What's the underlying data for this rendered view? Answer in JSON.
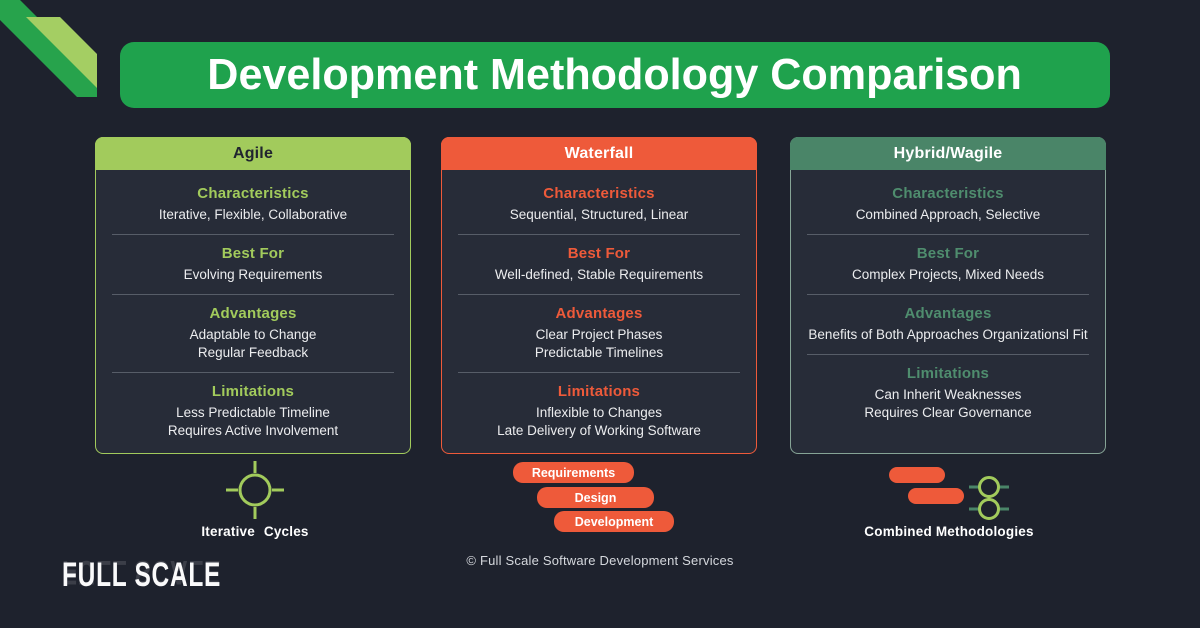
{
  "colors": {
    "background": "#1E222D",
    "card_bg": "#272C38",
    "title_bg": "#1FA24D",
    "ribbon_dark": "#27A34C",
    "ribbon_light": "#A4CE63",
    "agile_accent": "#A2CB5C",
    "waterfall_accent": "#EE5A3A",
    "hybrid_accent": "#4A8568",
    "hybrid_heading": "#4F8D6E",
    "hybrid_border": "#86A496",
    "divider": "#575D68",
    "body_text": "#ECEDEF",
    "header_dark_text": "#20242F",
    "muted_text": "#D5D8DD"
  },
  "title": "Development Methodology Comparison",
  "columns": [
    {
      "header": "Agile",
      "sections": [
        {
          "heading": "Characteristics",
          "lines": [
            "Iterative, Flexible, Collaborative"
          ]
        },
        {
          "heading": "Best For",
          "lines": [
            "Evolving Requirements"
          ]
        },
        {
          "heading": "Advantages",
          "lines": [
            "Adaptable to Change",
            "Regular Feedback"
          ]
        },
        {
          "heading": "Limitations",
          "lines": [
            "Less Predictable Timeline",
            "Requires Active Involvement"
          ]
        }
      ]
    },
    {
      "header": "Waterfall",
      "sections": [
        {
          "heading": "Characteristics",
          "lines": [
            "Sequential, Structured, Linear"
          ]
        },
        {
          "heading": "Best For",
          "lines": [
            "Well-defined, Stable Requirements"
          ]
        },
        {
          "heading": "Advantages",
          "lines": [
            "Clear Project Phases",
            "Predictable Timelines"
          ]
        },
        {
          "heading": "Limitations",
          "lines": [
            "Inflexible to Changes",
            "Late Delivery of Working Software"
          ]
        }
      ]
    },
    {
      "header": "Hybrid/Wagile",
      "sections": [
        {
          "heading": "Characteristics",
          "lines": [
            "Combined Approach, Selective"
          ]
        },
        {
          "heading": "Best For",
          "lines": [
            "Complex Projects, Mixed Needs"
          ]
        },
        {
          "heading": "Advantages",
          "lines": [
            "Benefits of Both Approaches Organizationsl Fit"
          ]
        },
        {
          "heading": "Limitations",
          "lines": [
            "Can Inherit Weaknesses",
            "Requires Clear Governance"
          ]
        }
      ]
    }
  ],
  "annotations": {
    "iterative_label": "Iterative Cycles",
    "waterfall_steps": [
      "Requirements",
      "Design",
      "Development"
    ],
    "combined_label": "Combined Methodologies"
  },
  "footer": {
    "copyright": "© Full Scale Software Development Services",
    "logo_text": "FULL SCALE"
  },
  "icons": {
    "corner": "corner-ribbon",
    "iterative": "crosshair-cycle-icon",
    "combined": "linked-nodes-icon"
  }
}
